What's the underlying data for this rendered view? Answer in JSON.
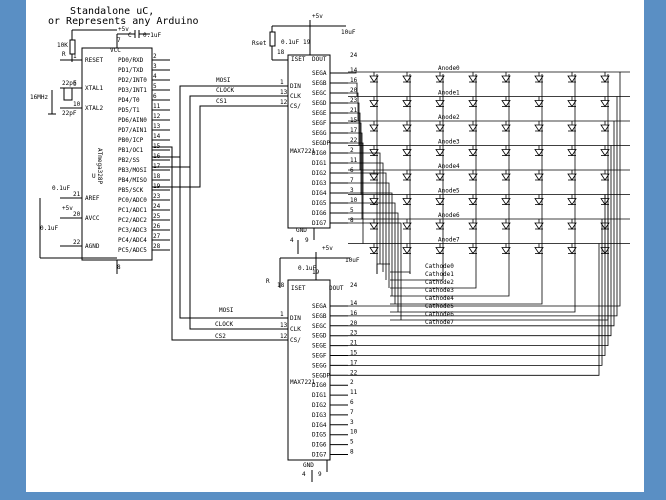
{
  "title_lines": [
    "Standalone uC,",
    "or Represents any Arduino"
  ],
  "mcu": {
    "name": "ATmega328P",
    "sub": "U",
    "left_pins": [
      {
        "num": "1",
        "label": "RESET"
      },
      {
        "num": "9",
        "label": "XTAL1"
      },
      {
        "num": "10",
        "label": "XTAL2"
      },
      {
        "num": "21",
        "label": "AREF"
      },
      {
        "num": "20",
        "label": "AVCC"
      },
      {
        "num": "22",
        "label": "AGND"
      }
    ],
    "right_pins": [
      {
        "num": "2",
        "label": "PD0/RXD"
      },
      {
        "num": "3",
        "label": "PD1/TXD"
      },
      {
        "num": "4",
        "label": "PD2/INT0"
      },
      {
        "num": "5",
        "label": "PD3/INT1"
      },
      {
        "num": "6",
        "label": "PD4/T0"
      },
      {
        "num": "11",
        "label": "PD5/T1"
      },
      {
        "num": "12",
        "label": "PD6/AIN0"
      },
      {
        "num": "13",
        "label": "PD7/AIN1"
      },
      {
        "num": "14",
        "label": "PB0/ICP"
      },
      {
        "num": "15",
        "label": "PB1/OC1"
      },
      {
        "num": "16",
        "label": "PB2/SS"
      },
      {
        "num": "17",
        "label": "PB3/MOSI"
      },
      {
        "num": "18",
        "label": "PB4/MISO"
      },
      {
        "num": "19",
        "label": "PB5/SCK"
      },
      {
        "num": "23",
        "label": "PC0/ADC0"
      },
      {
        "num": "24",
        "label": "PC1/ADC1"
      },
      {
        "num": "25",
        "label": "PC2/ADC2"
      },
      {
        "num": "26",
        "label": "PC3/ADC3"
      },
      {
        "num": "27",
        "label": "PC4/ADC4"
      },
      {
        "num": "28",
        "label": "PC5/ADC5"
      }
    ],
    "vcc": "VCC",
    "vcc_pin": "7",
    "gnd_pin": "8",
    "cap_top": "0.1uF",
    "r_label": "10K",
    "r_ref": "R",
    "crystal": "16MHz",
    "cap_x1": "22pF",
    "cap_x2": "22pF",
    "cap_aref": "0.1uF",
    "cap_avcc": "0.1uF",
    "plus5": "+5v",
    "c_ref": "C"
  },
  "max1": {
    "name": "MAX7221",
    "left_pins": [
      {
        "num": "1",
        "label": "DIN"
      },
      {
        "num": "13",
        "label": "CLK"
      },
      {
        "num": "12",
        "label": "CS/"
      }
    ],
    "right_pins": [
      {
        "num": "14",
        "label": "SEGA"
      },
      {
        "num": "16",
        "label": "SEGB"
      },
      {
        "num": "20",
        "label": "SEGC"
      },
      {
        "num": "23",
        "label": "SEGD"
      },
      {
        "num": "21",
        "label": "SEGE"
      },
      {
        "num": "15",
        "label": "SEGF"
      },
      {
        "num": "17",
        "label": "SEGG"
      },
      {
        "num": "22",
        "label": "SEGDP"
      },
      {
        "num": "2",
        "label": "DIG0"
      },
      {
        "num": "11",
        "label": "DIG1"
      },
      {
        "num": "6",
        "label": "DIG2"
      },
      {
        "num": "7",
        "label": "DIG3"
      },
      {
        "num": "3",
        "label": "DIG4"
      },
      {
        "num": "10",
        "label": "DIG5"
      },
      {
        "num": "5",
        "label": "DIG6"
      },
      {
        "num": "8",
        "label": "DIG7"
      }
    ],
    "iset": "ISET",
    "iset_pin": "18",
    "vplus_pin": "19",
    "dout": "DOUT",
    "dout_pin": "24",
    "gnd": "GND",
    "gnd_pins": [
      "4",
      "9"
    ],
    "rset": "Rset",
    "cap1": "0.1uF",
    "cap2": "10uF",
    "plus5": "+5v"
  },
  "max2": {
    "name": "MAX7221",
    "left_pins": [
      {
        "num": "1",
        "label": "DIN"
      },
      {
        "num": "13",
        "label": "CLK"
      },
      {
        "num": "12",
        "label": "CS/"
      }
    ],
    "right_pins": [
      {
        "num": "14",
        "label": "SEGA"
      },
      {
        "num": "16",
        "label": "SEGB"
      },
      {
        "num": "20",
        "label": "SEGC"
      },
      {
        "num": "23",
        "label": "SEGD"
      },
      {
        "num": "21",
        "label": "SEGE"
      },
      {
        "num": "15",
        "label": "SEGF"
      },
      {
        "num": "17",
        "label": "SEGG"
      },
      {
        "num": "22",
        "label": "SEGDP"
      },
      {
        "num": "2",
        "label": "DIG0"
      },
      {
        "num": "11",
        "label": "DIG1"
      },
      {
        "num": "6",
        "label": "DIG2"
      },
      {
        "num": "7",
        "label": "DIG3"
      },
      {
        "num": "3",
        "label": "DIG4"
      },
      {
        "num": "10",
        "label": "DIG5"
      },
      {
        "num": "5",
        "label": "DIG6"
      },
      {
        "num": "8",
        "label": "DIG7"
      }
    ],
    "iset": "ISET",
    "iset_pin": "18",
    "vplus_pin": "19",
    "dout": "DOUT",
    "dout_pin": "24",
    "gnd": "GND",
    "gnd_pins": [
      "4",
      "9"
    ],
    "r_ref": "R",
    "cap1": "0.1uF",
    "cap2": "10uF",
    "plus5": "+5v"
  },
  "signals": {
    "bus1": [
      "MOSI",
      "CLOCK",
      "CS1"
    ],
    "bus2": [
      "MOSI",
      "CLOCK",
      "CS2"
    ]
  },
  "anodes": [
    "Anode0",
    "Anode1",
    "Anode2",
    "Anode3",
    "Anode4",
    "Anode5",
    "Anode6",
    "Anode7"
  ],
  "cathodes": [
    "Cathode0",
    "Cathode1",
    "Cathode2",
    "Cathode3",
    "Cathode4",
    "Cathode5",
    "Cathode6",
    "Cathode7"
  ]
}
